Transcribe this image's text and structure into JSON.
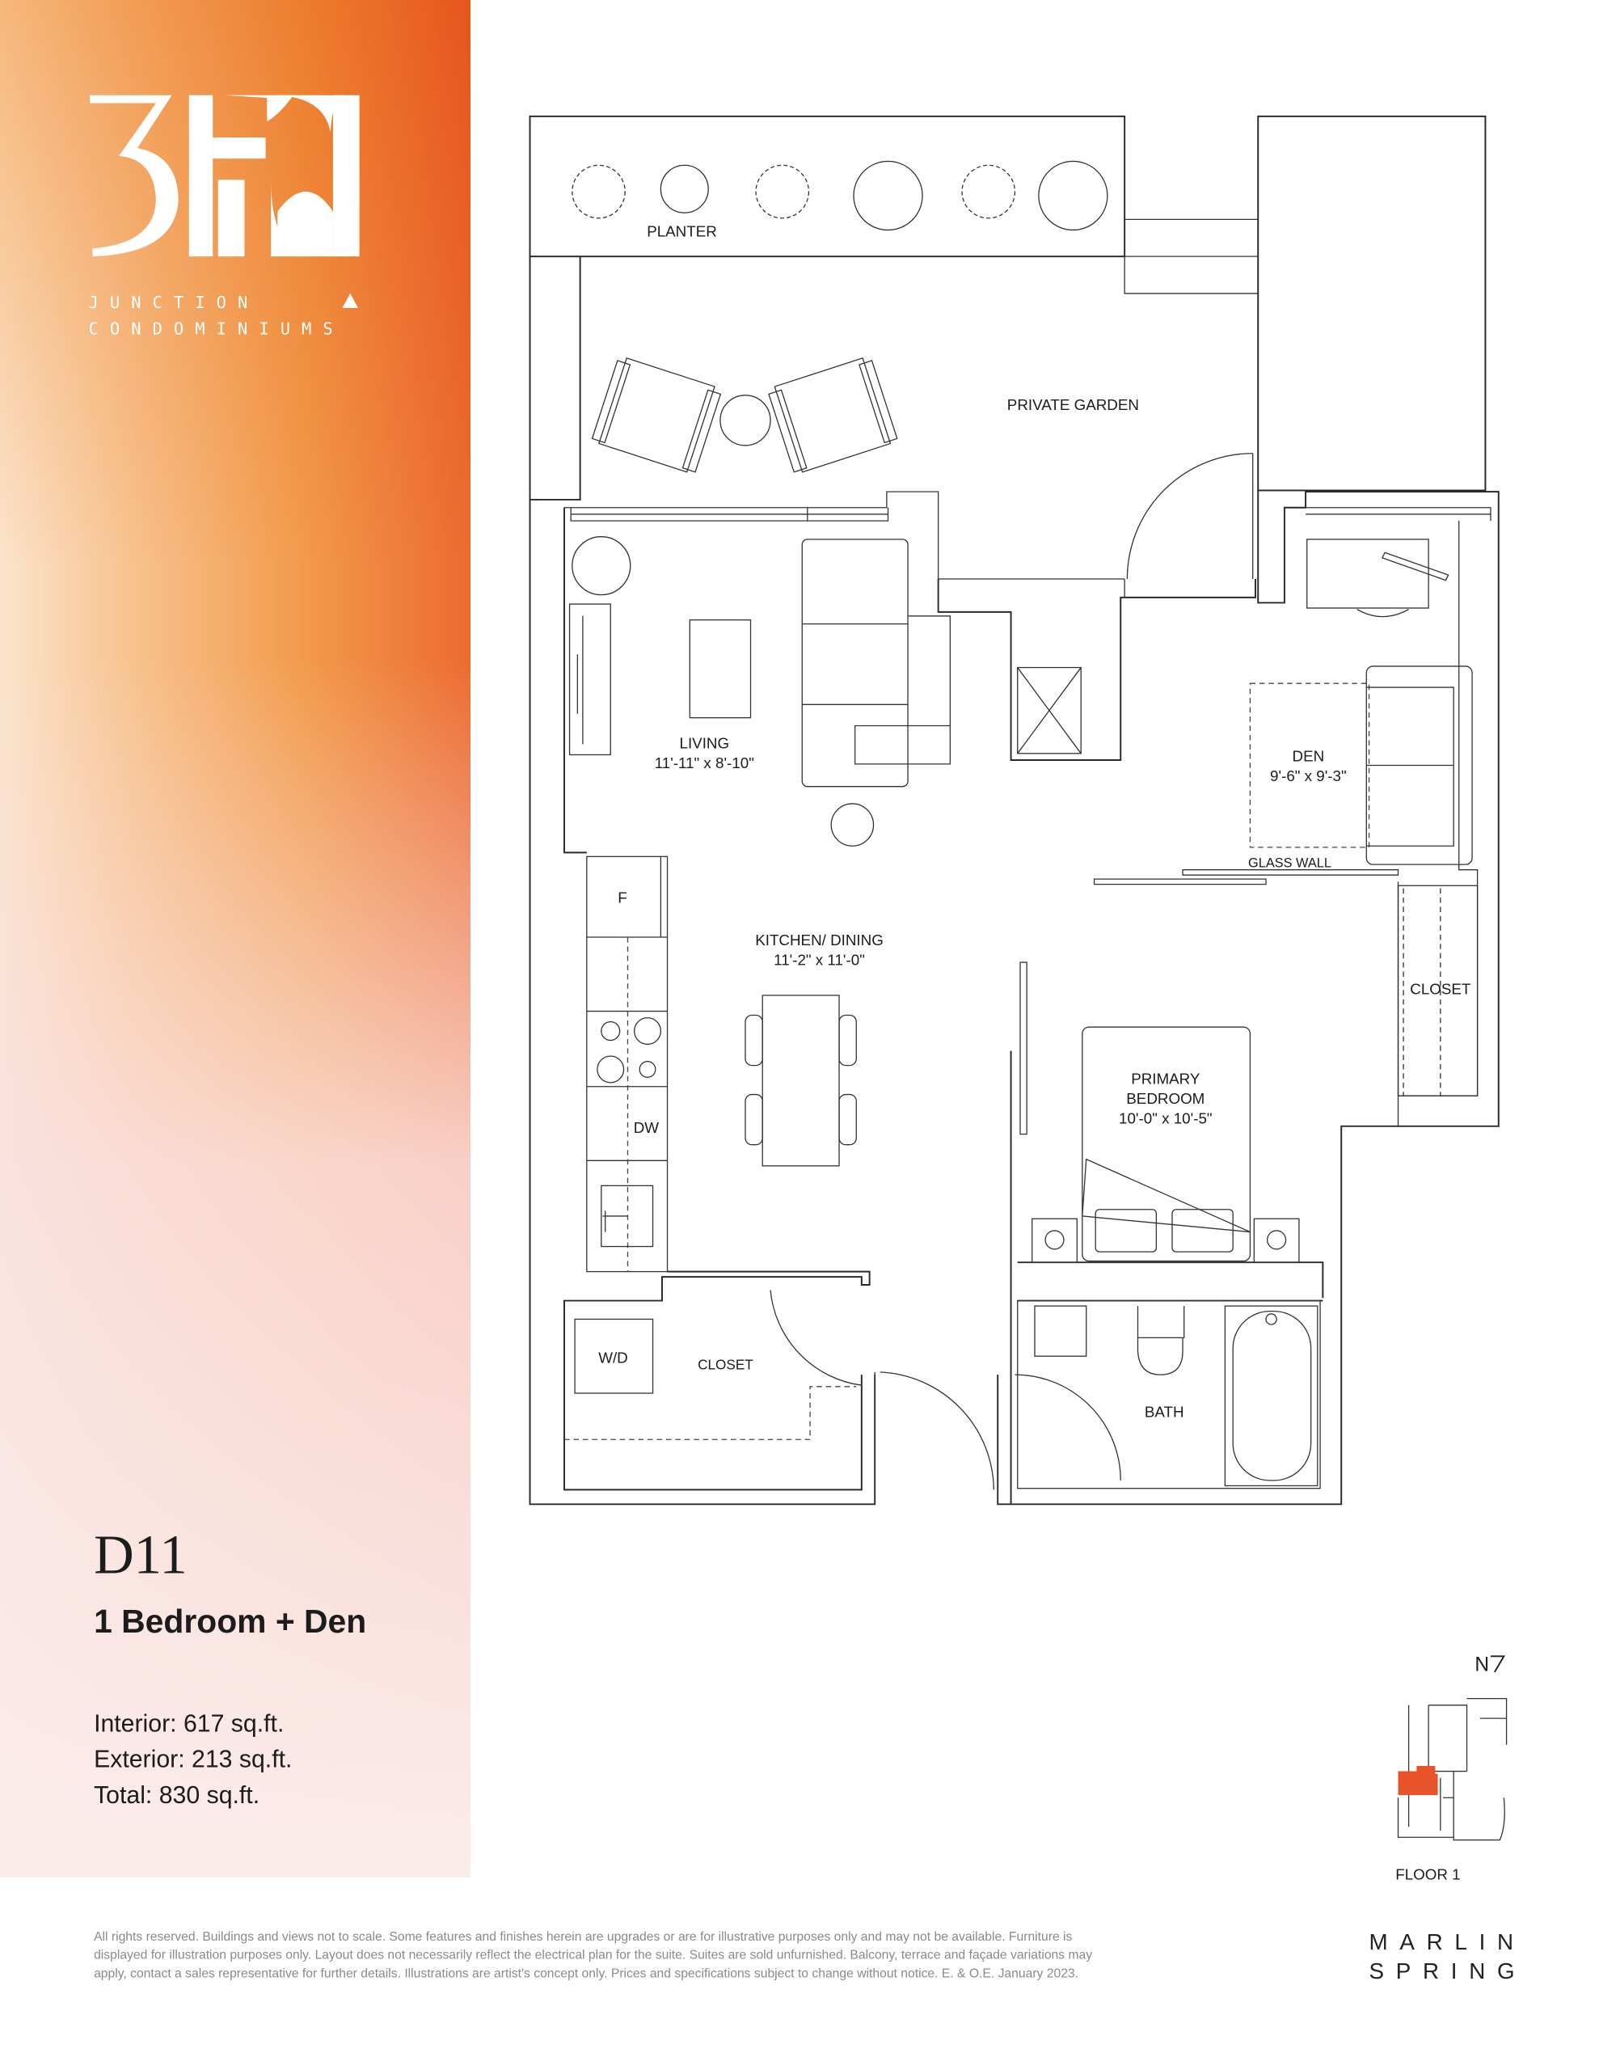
{
  "logo": {
    "number": "316",
    "line1": "JUNCTION",
    "line2": "CONDOMINIUMS"
  },
  "unit": {
    "code": "D11",
    "type": "1 Bedroom + Den",
    "interior": "Interior: 617 sq.ft.",
    "exterior": "Exterior: 213 sq.ft.",
    "total": "Total: 830 sq.ft."
  },
  "plan": {
    "planter": "PLANTER",
    "garden": "PRIVATE GARDEN",
    "living": {
      "name": "LIVING",
      "size": "11'-11\" x 8'-10\""
    },
    "den": {
      "name": "DEN",
      "size": "9'-6\" x 9'-3\""
    },
    "glass_wall": "GLASS WALL",
    "fridge": "F",
    "kitchen": {
      "name": "KITCHEN/ DINING",
      "size": "11'-2\" x 11'-0\""
    },
    "closet_bedroom": "CLOSET",
    "bedroom": {
      "name1": "PRIMARY",
      "name2": "BEDROOM",
      "size": "10'-0\" x 10'-5\""
    },
    "dishwasher": "DW",
    "washer_dryer": "W/D",
    "closet_laundry": "CLOSET",
    "bath": "BATH"
  },
  "keyplan": {
    "north": "N",
    "floor": "FLOOR 1",
    "highlight_color": "#e8532a"
  },
  "footer": {
    "disclaimer": [
      "All rights reserved. Buildings and views not to scale. Some features and finishes herein are upgrades or are for illustrative purposes only and may not be available. Furniture is",
      "displayed for illustration purposes only. Layout does not necessarily reflect the electrical plan for the suite. Suites are sold unfurnished. Balcony, terrace and façade variations may",
      "apply, contact a sales representative for further details. Illustrations are artist's concept only. Prices and specifications subject to change without notice. E. & O.E. January 2023."
    ],
    "brand_line1": "MARLIN",
    "brand_line2": "SPRING"
  },
  "colors": {
    "accent_orange": "#f39020",
    "accent_red": "#e8532a",
    "pink": "#fbe6e6"
  }
}
